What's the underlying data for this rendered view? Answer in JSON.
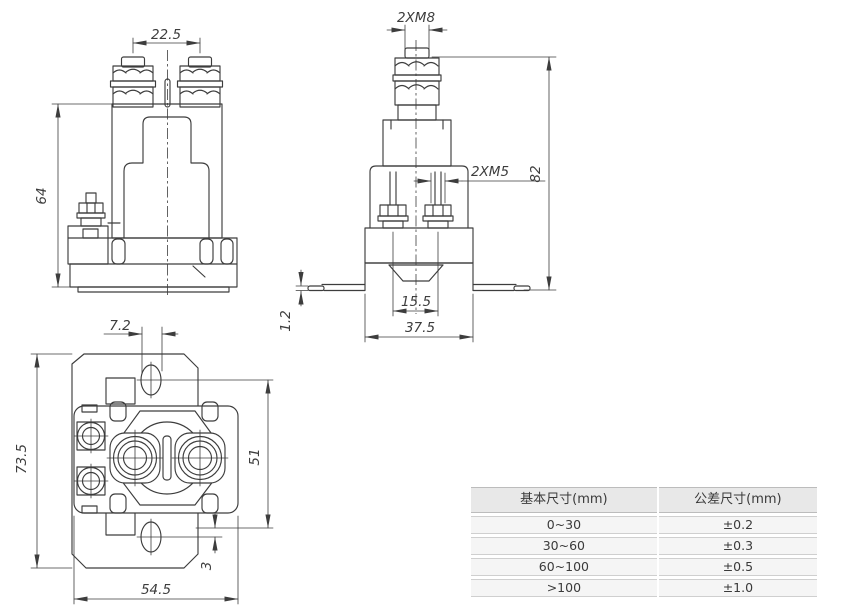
{
  "drawing": {
    "title": "relay-contactor-dimension-drawing",
    "dims": {
      "terminal_pitch": "22.5",
      "front_height": "64",
      "bolt_spec": "2XM8",
      "coil_spec": "2XM5",
      "total_height": "82",
      "bracket_thickness": "1.2",
      "coil_pitch": "15.5",
      "base_width": "37.5",
      "slot_width": "7.2",
      "plate_length": "73.5",
      "terminal_span": "51",
      "slot_offset": "3",
      "body_width": "54.5"
    }
  },
  "table": {
    "headers": [
      "基本尺寸(mm)",
      "公差尺寸(mm)"
    ],
    "rows": [
      [
        "0~30",
        "±0.2"
      ],
      [
        "30~60",
        "±0.3"
      ],
      [
        "60~100",
        "±0.5"
      ],
      [
        ">100",
        "±1.0"
      ]
    ]
  },
  "colors": {
    "line": "#3d3d3d",
    "table_header_bg": "#e8e8e8",
    "table_row_bg": "#f5f5f5",
    "table_border": "#cfcfcf"
  }
}
